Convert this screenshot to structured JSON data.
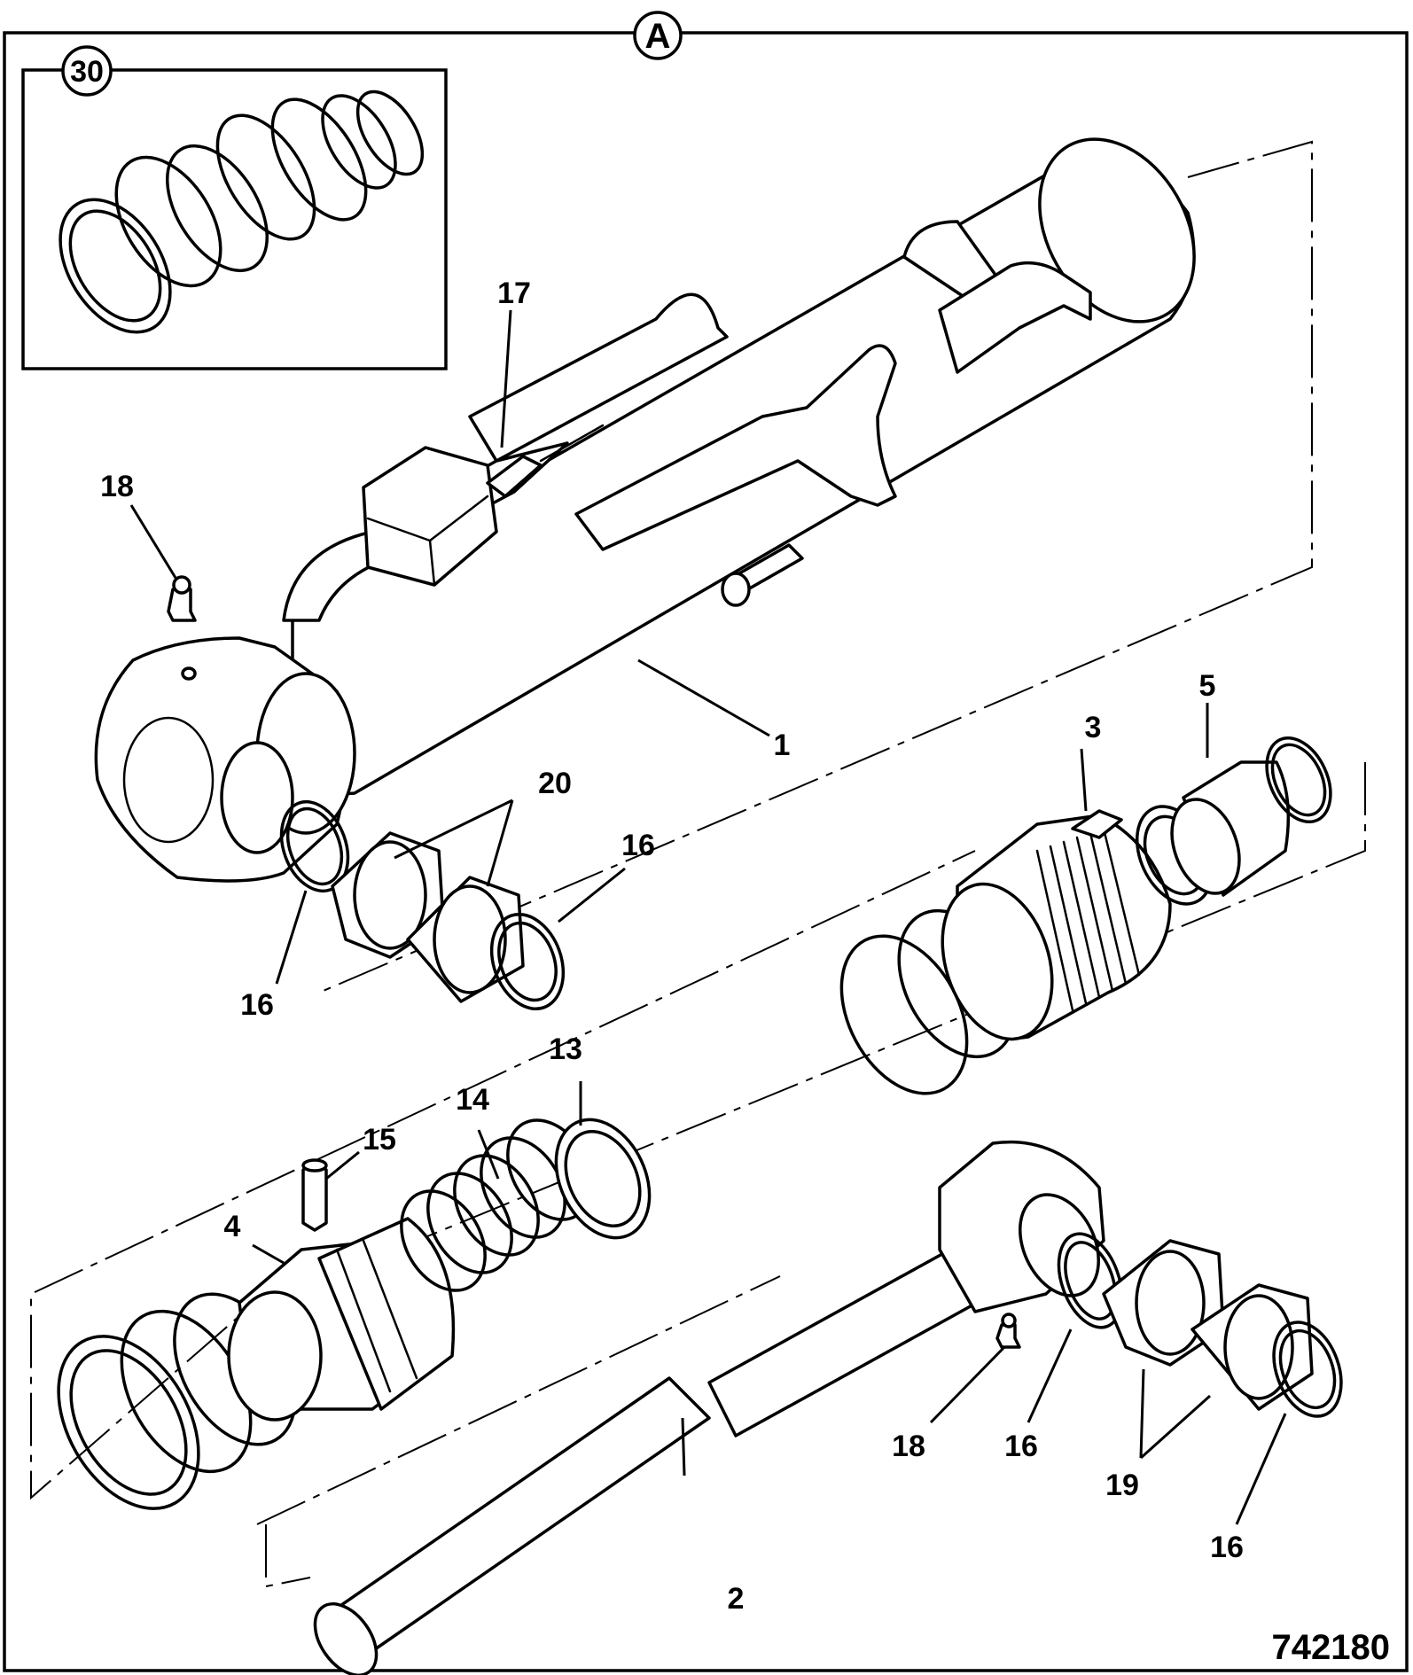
{
  "callouts": {
    "view": "A",
    "kit": "30",
    "drawing_number": "742180"
  },
  "labels": {
    "p1": "1",
    "p2": "2",
    "p3": "3",
    "p4": "4",
    "p5": "5",
    "p13": "13",
    "p14": "14",
    "p15": "15",
    "p16a": "16",
    "p16b": "16",
    "p16c": "16",
    "p16d": "16",
    "p17": "17",
    "p18a": "18",
    "p18b": "18",
    "p19": "19",
    "p20": "20"
  }
}
